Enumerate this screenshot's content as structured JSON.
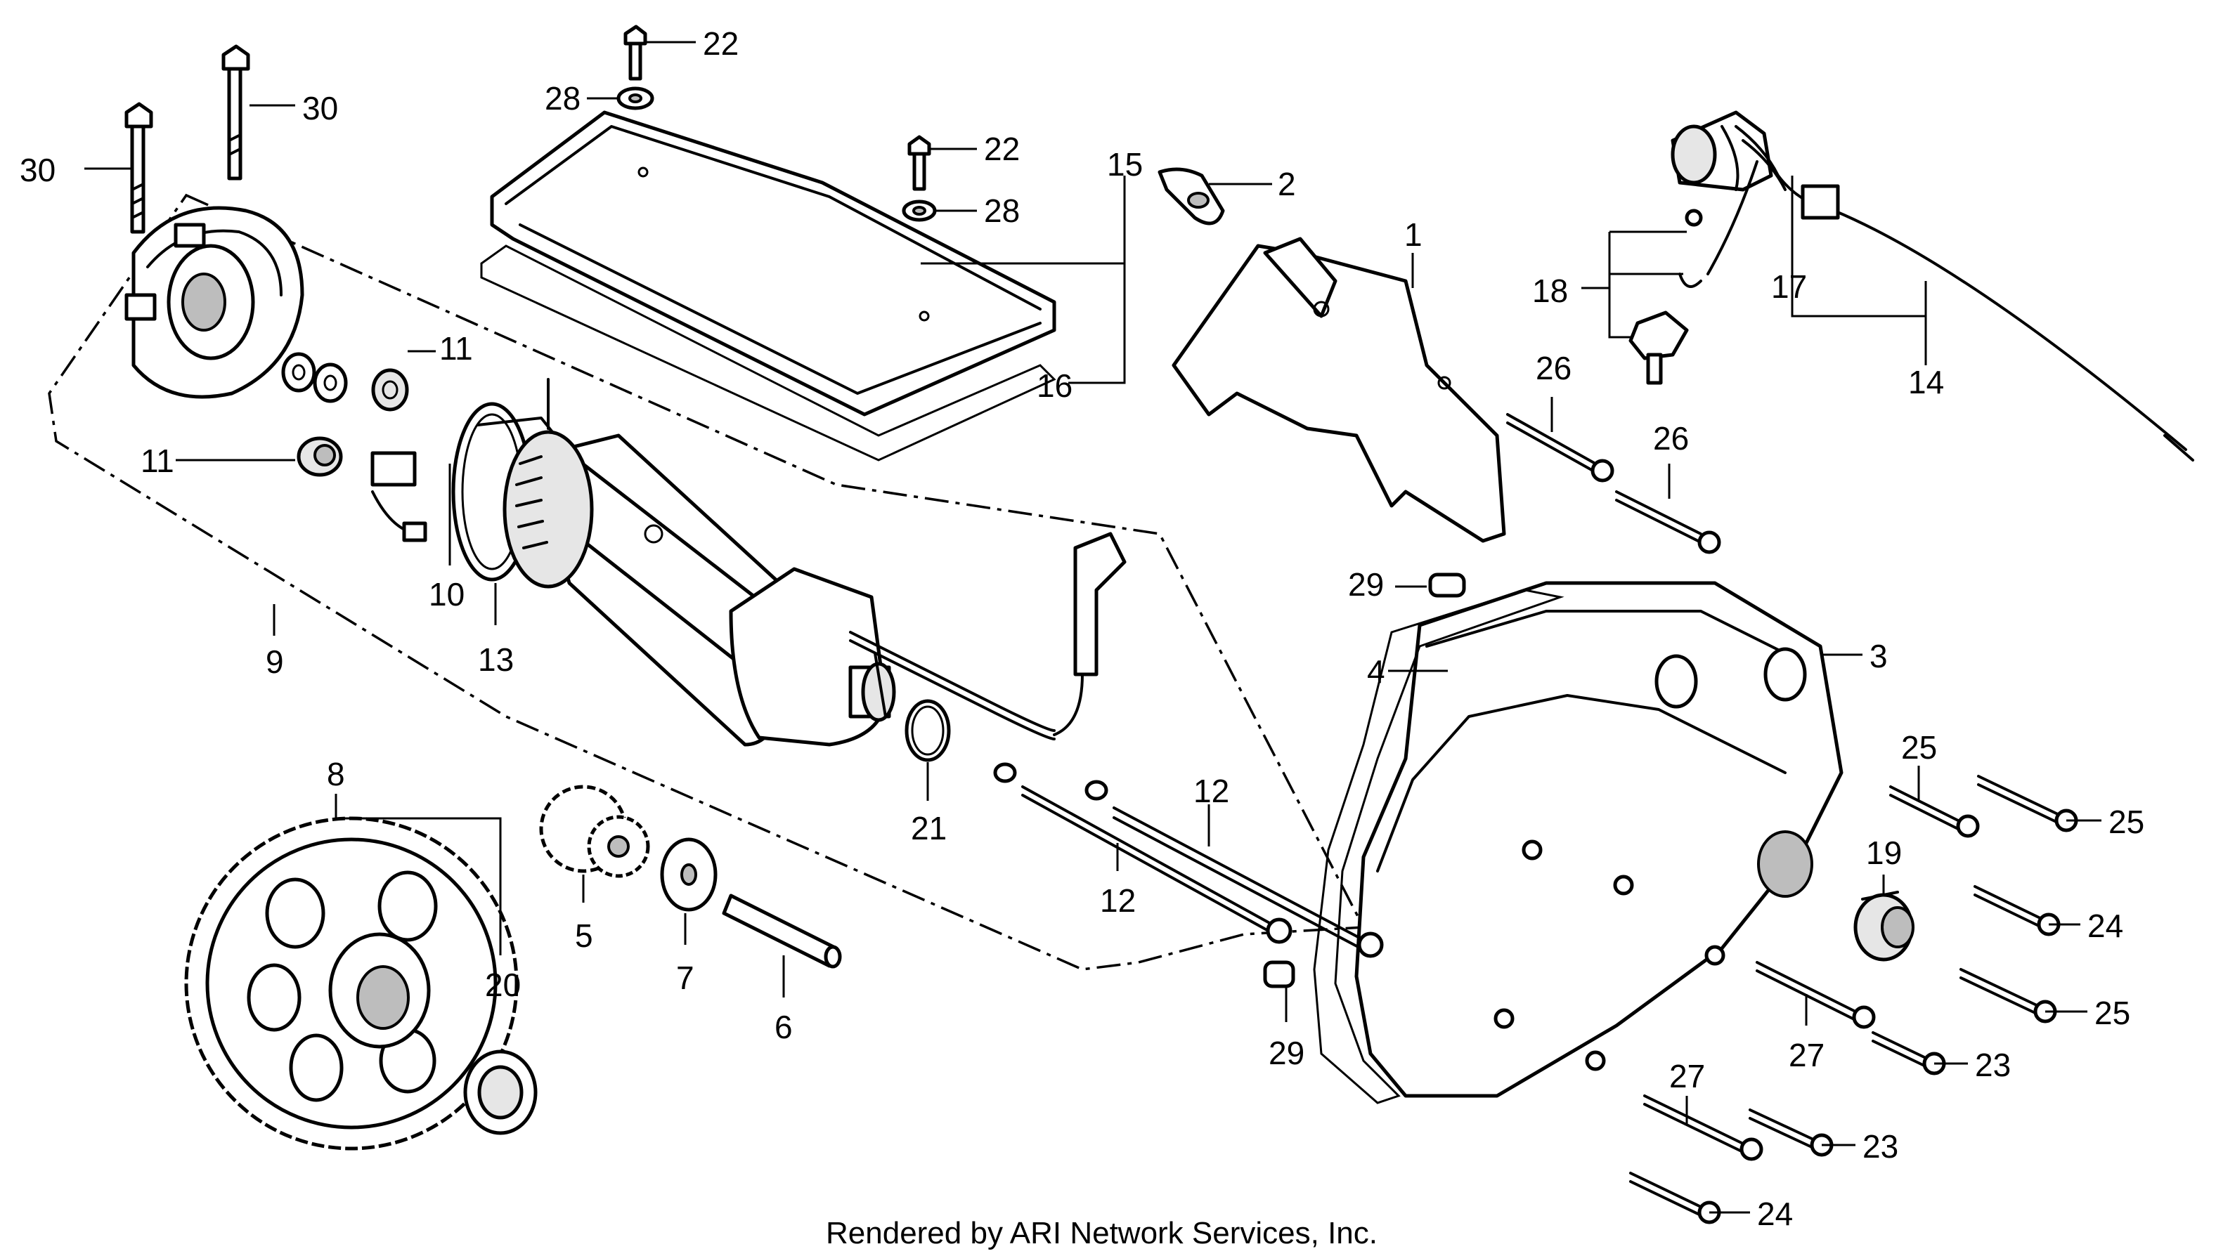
{
  "diagram": {
    "callouts": {
      "n1": "1",
      "n2": "2",
      "n3": "3",
      "n4": "4",
      "n5": "5",
      "n6": "6",
      "n7": "7",
      "n8": "8",
      "n9": "9",
      "n10": "10",
      "n11a": "11",
      "n11b": "11",
      "n12a": "12",
      "n12b": "12",
      "n13": "13",
      "n14": "14",
      "n15": "15",
      "n16": "16",
      "n17": "17",
      "n18": "18",
      "n19": "19",
      "n20": "20",
      "n21": "21",
      "n22a": "22",
      "n22b": "22",
      "n23a": "23",
      "n23b": "23",
      "n24a": "24",
      "n24b": "24",
      "n25a": "25",
      "n25b": "25",
      "n25c": "25",
      "n26a": "26",
      "n26b": "26",
      "n27a": "27",
      "n27b": "27",
      "n28a": "28",
      "n28b": "28",
      "n29a": "29",
      "n29b": "29",
      "n30a": "30",
      "n30b": "30"
    },
    "credit": "Rendered by ARI Network Services, Inc."
  }
}
